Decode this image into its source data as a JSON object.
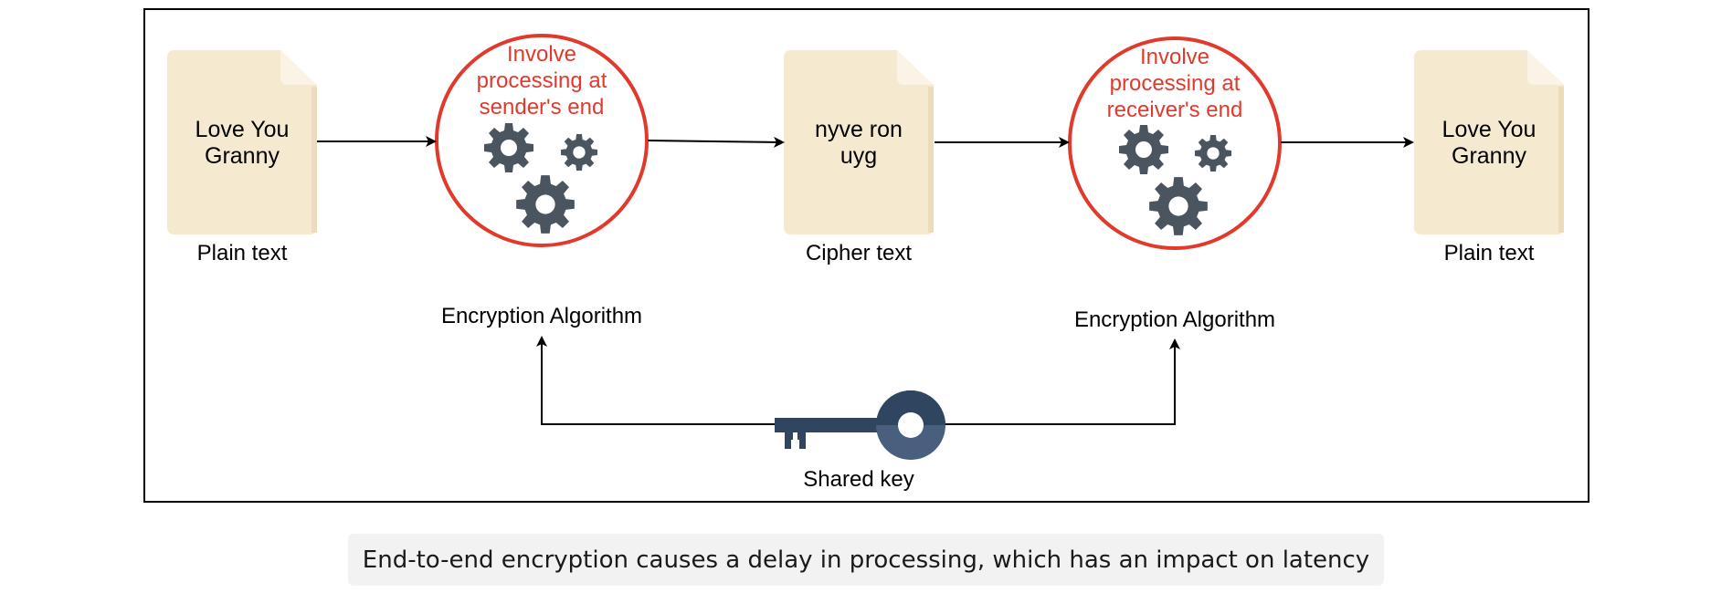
{
  "colors": {
    "doc_fill": "#f5e9d0",
    "doc_fold": "#fbf4e6",
    "doc_edge": "#ebdcbc",
    "process_circle": "#e13a2c",
    "process_text": "#e13a2c",
    "gear": "#4b5560",
    "key_dark": "#2f4560",
    "key_light": "#485f7e",
    "arrow": "#000000",
    "caption_bg": "#f2f2f2"
  },
  "documents": {
    "plain_in": {
      "line1": "Love You",
      "line2": "Granny",
      "label": "Plain text"
    },
    "cipher": {
      "line1": "nyve ron",
      "line2": "uyg",
      "label": "Cipher text"
    },
    "plain_out": {
      "line1": "Love You",
      "line2": "Granny",
      "label": "Plain text"
    }
  },
  "processes": {
    "sender": {
      "line1": "Involve",
      "line2": "processing at",
      "line3": "sender's end",
      "label": "Encryption Algorithm",
      "icon": "gears-icon"
    },
    "receiver": {
      "line1": "Involve",
      "line2": "processing at",
      "line3": "receiver's end",
      "label": "Encryption Algorithm",
      "icon": "gears-icon"
    }
  },
  "key": {
    "label": "Shared key",
    "icon": "key-icon"
  },
  "caption": "End-to-end encryption causes a delay in processing, which has an impact on latency"
}
